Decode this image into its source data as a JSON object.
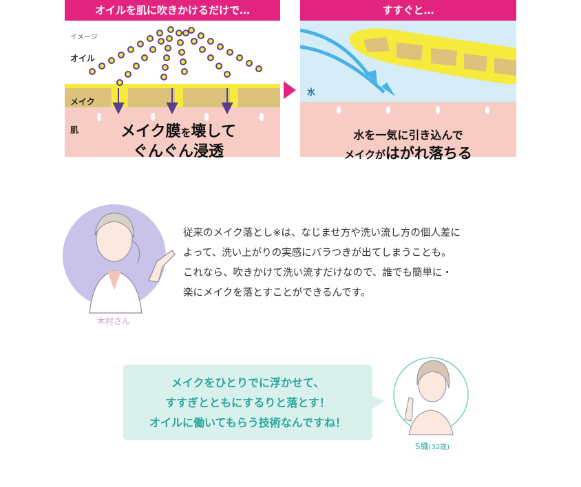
{
  "left_panel": {
    "banner": "オイルを肌に吹きかけるだけで…",
    "image_note": "イメージ",
    "label_oil": "オイル",
    "label_makeup": "メイク",
    "label_skin": "肌",
    "caption_line1_a": "メイク膜",
    "caption_line1_b": "を",
    "caption_line1_c": "壊して",
    "caption_line2": "ぐんぐん浸透"
  },
  "right_panel": {
    "banner": "すすぐと…",
    "label_water": "水",
    "caption_line1": "水を一気に引き込んで",
    "caption_line2_a": "メイクが",
    "caption_line2_b": "はがれ落ちる"
  },
  "expert": {
    "name": "木村さん",
    "lines": [
      "従来のメイク落とし※は、なじませ方や洗い流し方の個人差に",
      "よって、洗い上がりの実感にバラつきが出てしまうことも。",
      "これなら、吹きかけて洗い流すだけなので、誰でも簡単に・",
      "楽にメイクを落とすことができるんです。"
    ]
  },
  "user": {
    "name": "S織",
    "age": "(32歳)",
    "lines": [
      "メイクをひとりでに浮かせて、",
      "すすぎとともにするりと落とす！",
      "オイルに働いてもらう技術なんですね！"
    ]
  },
  "colors": {
    "banner": "#e3247f",
    "oil_yellow": "#f6ea3d",
    "makeup_tan": "#dcc27a",
    "skin_pink": "#f7ccc4",
    "water_blue": "#d6ecf8",
    "arrow_blue": "#45b3e3",
    "dot_purple": "#5a3f8a",
    "bubble_teal": "#d9f0ed",
    "bubble_text": "#2aa89a"
  }
}
